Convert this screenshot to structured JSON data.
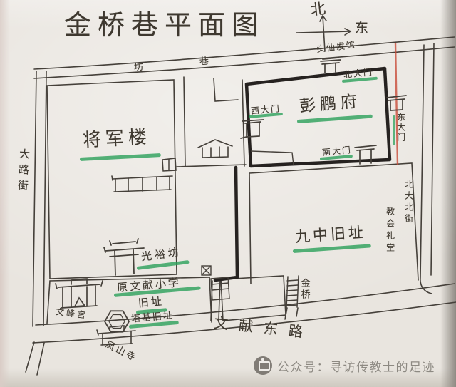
{
  "title": "金桥巷平面图",
  "compass": {
    "north": "北",
    "east": "东"
  },
  "roads": {
    "top_name_char1": "坊",
    "top_name_char2": "巷",
    "left_name": "大路街",
    "right_name": "北大北街",
    "bottom_name": "文献东路"
  },
  "sites": {
    "general_tower": "将军楼",
    "pengpeng_mansion": "彭鹏府",
    "no9_school_site": "九中旧址",
    "guangyu_archway": "光裕坊",
    "wenxian_school_line1": "原文献小学",
    "wenxian_school_line2": "旧址",
    "pagoda_base_site": "塔基旧址",
    "wenfeng_palace": "文峰宫",
    "fengshan_temple": "凤山寺",
    "church_hall": "教会礼堂",
    "hair_salon": "头仙发馆",
    "golden_bridge": "金桥"
  },
  "gates": {
    "north": "北大门",
    "west": "西大门",
    "south": "南大门",
    "east": "东大门"
  },
  "watermark": {
    "text": "公众号：寻访传教士的足迹"
  },
  "colors": {
    "highlight_green": "#2aa05a",
    "wall_ink": "#262220",
    "line_ink": "#45403a",
    "red_line": "#c84b38",
    "paper": "#e9e5df"
  }
}
